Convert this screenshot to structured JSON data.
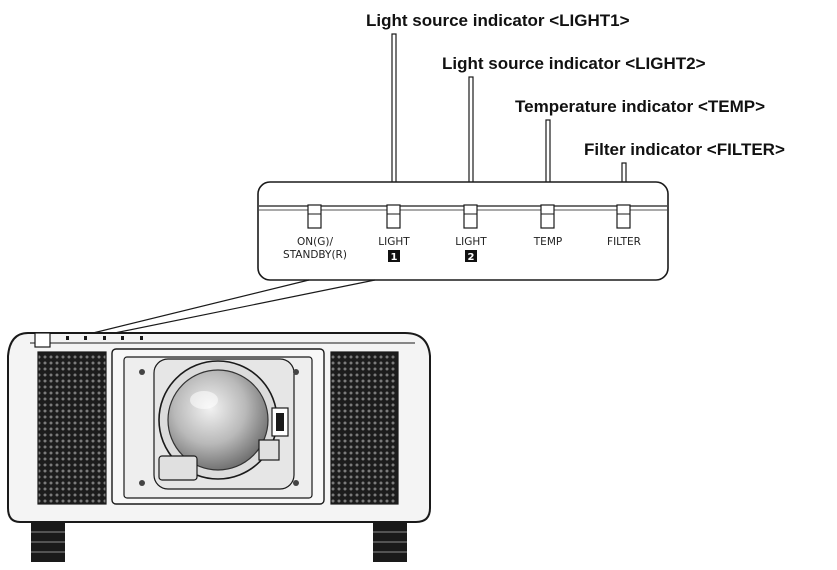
{
  "callouts": {
    "light1": "Light source indicator <LIGHT1>",
    "light2": "Light source indicator <LIGHT2>",
    "temp": "Temperature indicator <TEMP>",
    "filter": "Filter indicator <FILTER>"
  },
  "panel_labels": {
    "on_line1": "ON(G)/",
    "on_line2": "STANDBY(R)",
    "light1": "LIGHT",
    "light1_num": "1",
    "light2": "LIGHT",
    "light2_num": "2",
    "temp": "TEMP",
    "filter": "FILTER"
  },
  "colors": {
    "line": "#1a1a1a",
    "grille": "#2a2a2a",
    "lens": "#c8c8c8",
    "body": "#f4f4f4"
  },
  "icons": [
    "indicator-led",
    "speaker-grille",
    "lens",
    "foot"
  ]
}
